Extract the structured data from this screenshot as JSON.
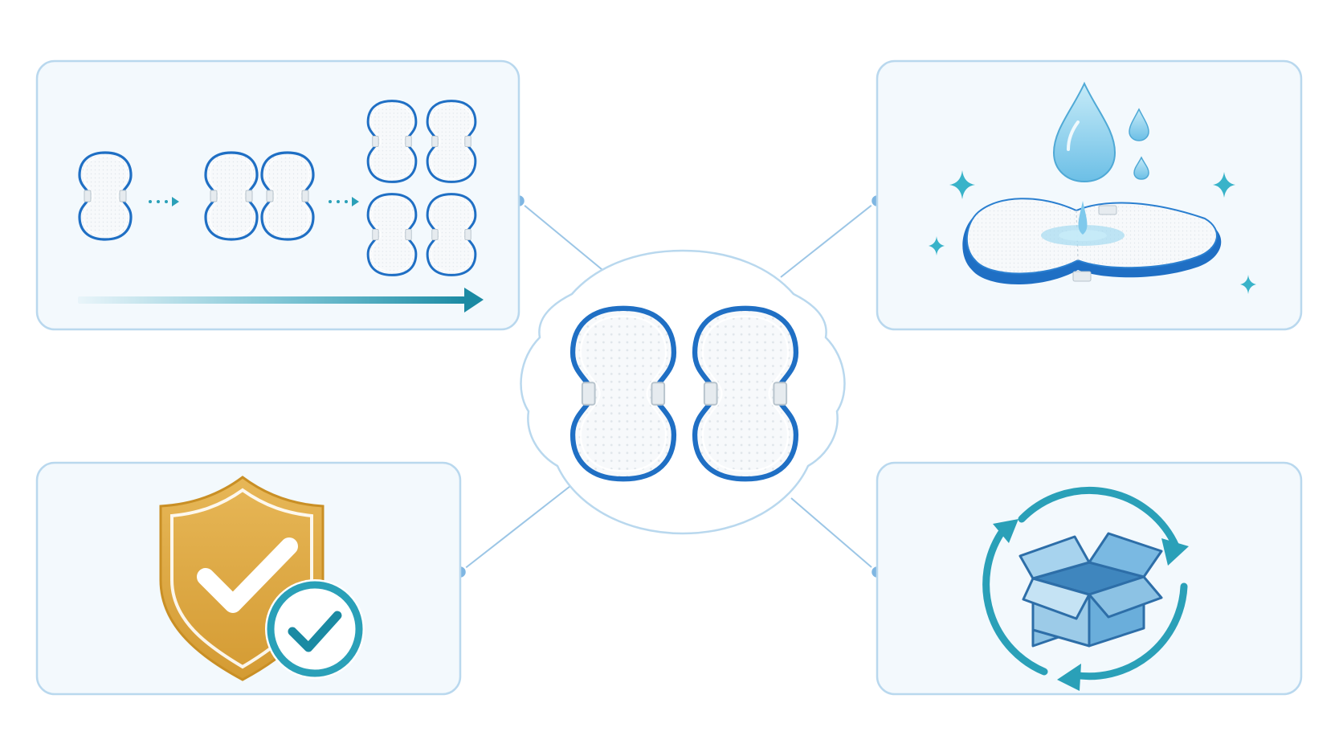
{
  "colors": {
    "background": "#ffffff",
    "panel_fill": "#f3f9fd",
    "panel_border": "#b9d8ee",
    "connector": "#9cc6e6",
    "node_dot": "#7fb6e2",
    "pad_outline": "#1f6fc4",
    "pad_fill": "#f7f9fb",
    "clip": "#e3e9ee",
    "teal": "#2aa0b8",
    "teal_dark": "#1b8aa3",
    "water": "#7fc9ec",
    "water_light": "#c6ebf8",
    "sparkle": "#39b3c9",
    "shield_gold": "#dba540",
    "shield_gold_dark": "#c98f25",
    "box_blue": "#5aa3d2",
    "box_blue_light": "#8cc2e4",
    "box_edge": "#2d6ea8"
  },
  "panels": [
    {
      "id": "scalable-connection",
      "icon": "pad-expansion-icon"
    },
    {
      "id": "waterproof",
      "icon": "water-resistant-pad-icon"
    },
    {
      "id": "safety-certified",
      "icon": "shield-check-icon"
    },
    {
      "id": "reusable",
      "icon": "box-recycle-icon"
    }
  ],
  "center": {
    "icon": "electrode-pad-pair-icon"
  },
  "expansion_steps": [
    1,
    2,
    4
  ]
}
